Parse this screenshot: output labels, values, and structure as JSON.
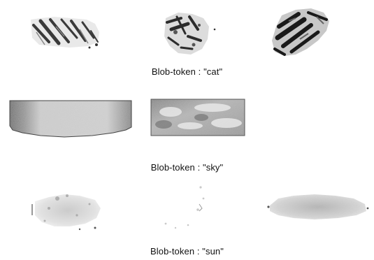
{
  "captions": {
    "cat": "Blob-token : \"cat\"",
    "sky": "Blob-token : \"sky\"",
    "sun": "Blob-token : \"sun\""
  }
}
